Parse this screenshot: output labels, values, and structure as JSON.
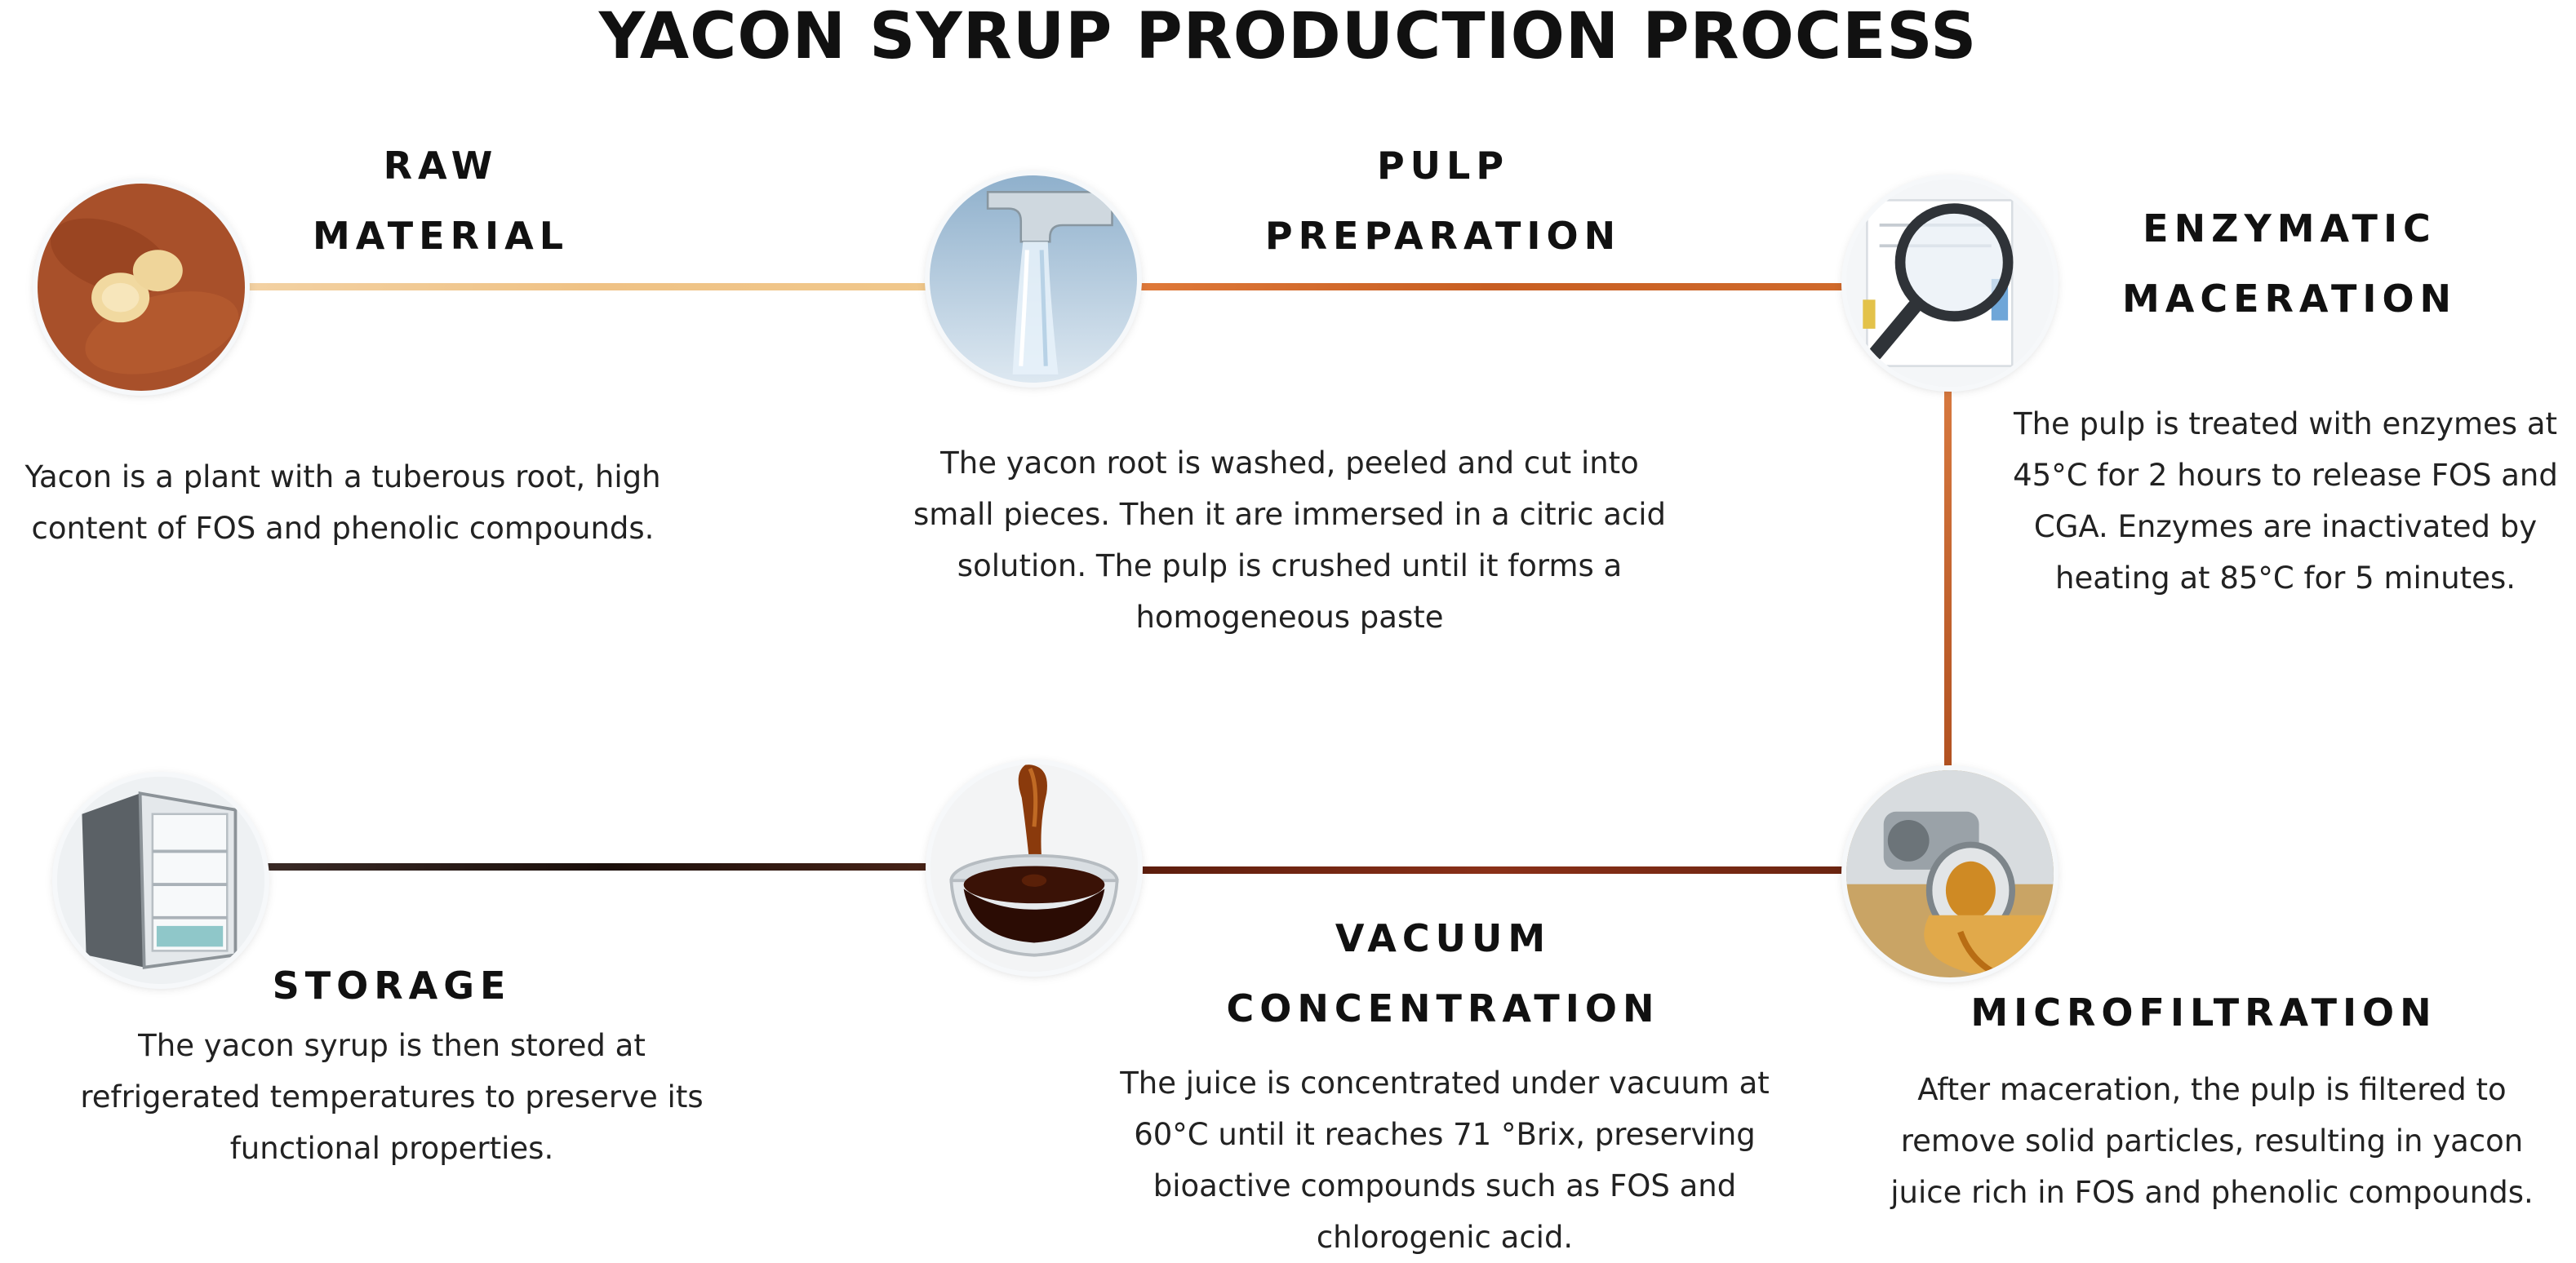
{
  "title": "YACON SYRUP PRODUCTION PROCESS",
  "colors": {
    "line_raw_to_pulp": "#f0c88c",
    "line_pulp_to_enzymatic": "#d06a2c",
    "line_enzymatic_to_micro": "#c0622a",
    "line_micro_to_vacuum": "#7a2a12",
    "line_vacuum_to_storage": "#2a1a14"
  },
  "steps": [
    {
      "heading_line1": "RAW",
      "heading_line2": "MATERIAL",
      "icon": "yacon-root-icon",
      "description": [
        "Yacon is a plant with a tuberous root,  high",
        "content of FOS and phenolic compounds."
      ]
    },
    {
      "heading_line1": "PULP",
      "heading_line2": "PREPARATION",
      "icon": "water-tap-icon",
      "description": [
        "The yacon root is washed, peeled and cut into",
        "small pieces. Then it are immersed in a citric acid",
        "solution. The pulp is crushed until it forms a",
        "homogeneous paste"
      ]
    },
    {
      "heading_line1": "ENZYMATIC",
      "heading_line2": "MACERATION",
      "icon": "magnifying-glass-icon",
      "description": [
        "The pulp is treated with enzymes at",
        "45°C for 2 hours to release FOS and",
        "CGA. Enzymes are inactivated by",
        "heating at 85°C for 5 minutes."
      ]
    },
    {
      "heading_line1": "MICROFILTRATION",
      "heading_line2": "",
      "icon": "filter-valve-icon",
      "description": [
        "After maceration, the pulp is filtered to",
        "remove solid particles, resulting in yacon",
        "juice rich in FOS and phenolic compounds."
      ]
    },
    {
      "heading_line1": "VACUUM",
      "heading_line2": "CONCENTRATION",
      "icon": "syrup-bowl-icon",
      "description": [
        "The juice is concentrated under vacuum at",
        "60°C until it reaches 71 °Brix, preserving",
        "bioactive compounds such as FOS and",
        "chlorogenic acid."
      ]
    },
    {
      "heading_line1": "STORAGE",
      "heading_line2": "",
      "icon": "refrigerator-icon",
      "description": [
        "The yacon syrup is then stored at",
        "refrigerated temperatures to preserve its",
        "functional properties."
      ]
    }
  ]
}
